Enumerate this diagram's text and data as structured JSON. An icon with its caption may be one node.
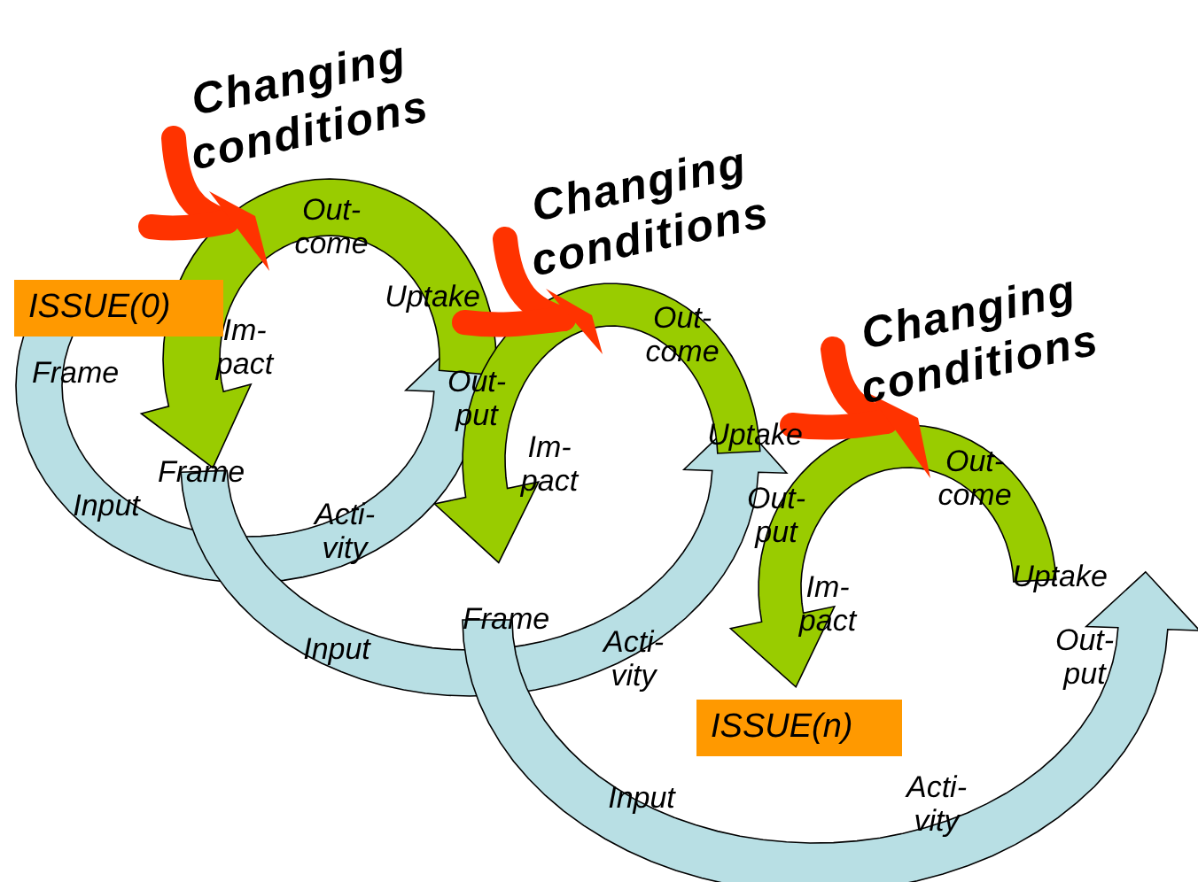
{
  "diagram": {
    "nodes": [
      {
        "text": [
          "ISSUE(0)"
        ]
      },
      {
        "text": [
          "ISSUE(n)"
        ]
      }
    ],
    "labels": [
      "Changing conditions",
      "Changing conditions",
      "Changing conditions",
      "Out- come",
      "Uptake",
      "Im- pact",
      "Frame",
      "Out- put",
      "Out- come",
      "Im- pact",
      "Uptake",
      "Frame",
      "Input",
      "Out- put",
      "Out- come",
      "Acti- vity",
      "Im- pact",
      "Uptake",
      "Frame",
      "Input",
      "Acti- vity",
      "Out- put",
      "Input",
      "Acti- vity"
    ]
  }
}
